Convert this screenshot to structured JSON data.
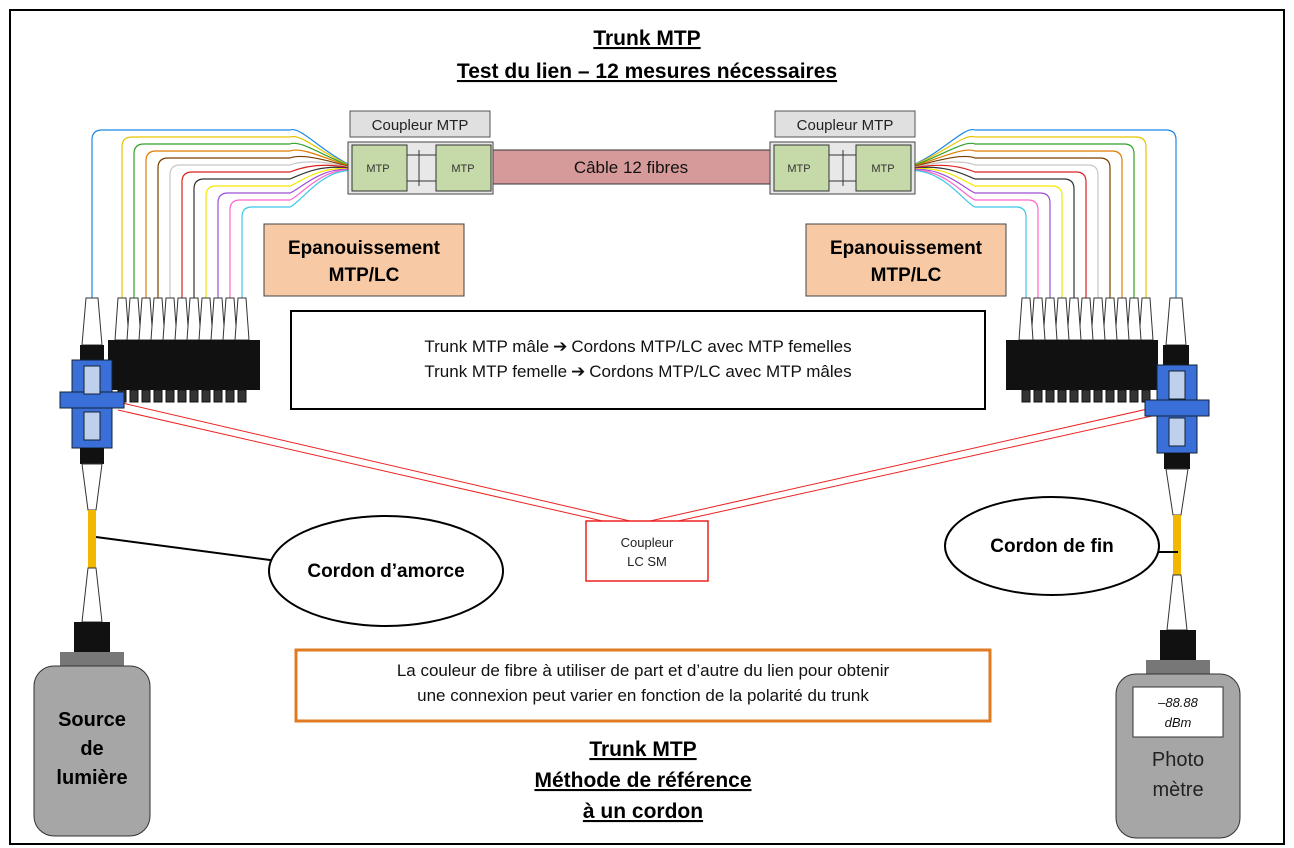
{
  "header": {
    "title_line1": "Trunk MTP",
    "title_line2": "Test du lien – 12 mesures nécessaires"
  },
  "cable": {
    "left_coupler_label": "Coupleur MTP",
    "right_coupler_label": "Coupleur MTP",
    "connector_label": "MTP",
    "trunk_label": "Câble 12 fibres"
  },
  "fanout": {
    "left_line1": "Epanouissement",
    "left_line2": "MTP/LC",
    "right_line1": "Epanouissement",
    "right_line2": "MTP/LC"
  },
  "rule_box": {
    "line1_a": "Trunk MTP mâle",
    "line1_b": "Cordons MTP/LC avec MTP femelles",
    "line2_a": "Trunk MTP femelle",
    "line2_b": "Cordons MTP/LC avec MTP mâles",
    "arrow": "➔"
  },
  "lc_coupler": {
    "line1": "Coupleur",
    "line2": "LC SM"
  },
  "cords": {
    "launch": "Cordon d’amorce",
    "tail": "Cordon de fin"
  },
  "note": {
    "line1": "La couleur de fibre à utiliser de part et d’autre du lien pour obtenir",
    "line2": "une connexion peut varier en fonction de la polarité du trunk"
  },
  "footer": {
    "line1": "Trunk MTP",
    "line2": "Méthode de référence",
    "line3": "à un cordon"
  },
  "source": {
    "line1": "Source",
    "line2": "de",
    "line3": "lumière"
  },
  "meter": {
    "reading": "–88.88",
    "unit": "dBm",
    "line1": "Photo",
    "line2": "mètre"
  },
  "colors": {
    "fiber_colors": [
      "#1e88e5",
      "#e8c400",
      "#33a02c",
      "#e07b00",
      "#7b3f00",
      "#c8c8c8",
      "#d22",
      "#333333",
      "#f5e800",
      "#9e4fd8",
      "#ff66cc",
      "#3cc8e6"
    ],
    "trunk": "#d79a9a",
    "coupler_body": "#c6d9a8",
    "fanout_box": "#f7c9a4",
    "sc_adapter": "#3a6fd8",
    "patch_cord": "#f2b800",
    "note_border": "#e07b22",
    "red_line": "#ee2222"
  }
}
